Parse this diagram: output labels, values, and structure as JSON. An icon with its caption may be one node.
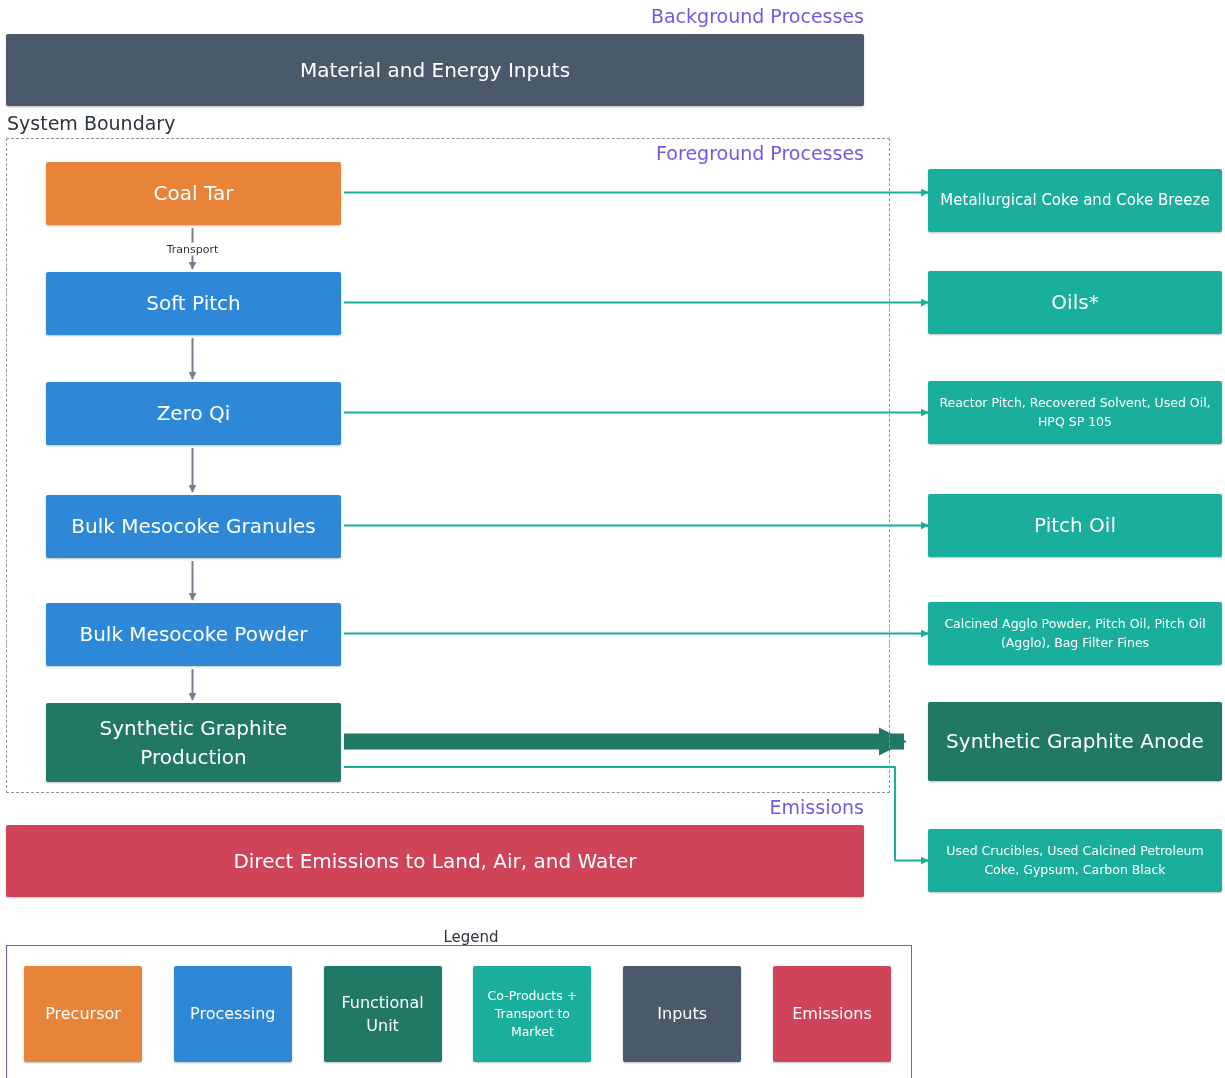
{
  "diagram": {
    "nodes": [
      {
        "text": [
          "Material and Energy Inputs"
        ]
      },
      {
        "text": [
          "System Boundary",
          "Foreground Processes"
        ]
      },
      {
        "text": [
          "Coal Tar"
        ],
        "in": 1
      },
      {
        "text": [
          "Soft Pitch"
        ],
        "in": 1
      },
      {
        "text": [
          "Zero Qi"
        ],
        "in": 1
      },
      {
        "text": [
          "Bulk Mesocoke Granules"
        ],
        "in": 1
      },
      {
        "text": [
          "Bulk Mesocoke Powder"
        ],
        "in": 1
      },
      {
        "text": [
          "Synthetic Graphite Production"
        ],
        "in": 1
      },
      {
        "text": [
          "Metallurgical Coke and Coke Breeze"
        ]
      },
      {
        "text": [
          "Oils*"
        ]
      },
      {
        "text": [
          "Reactor Pitch, Recovered Solvent, Used Oil, HPQ SP 105"
        ]
      },
      {
        "text": [
          "Pitch Oil"
        ]
      },
      {
        "text": [
          "Calcined Agglo Powder, Pitch Oil, Pitch Oil (Agglo), Bag Filter Fines"
        ]
      },
      {
        "text": [
          "Synthetic Graphite Anode"
        ]
      },
      {
        "text": [
          "Used Crucibles, Used Calcined Petroleum Coke, Gypsum, Carbon Black"
        ]
      },
      {
        "text": [
          "Direct Emissions to Land, Air, and Water"
        ]
      }
    ],
    "edges": [
      {
        "from": 2,
        "to": 3,
        "arrow": "to",
        "label": "Transport",
        "color": "#75808c"
      },
      {
        "from": 3,
        "to": 4,
        "arrow": "to",
        "color": "#75808c"
      },
      {
        "from": 4,
        "to": 5,
        "arrow": "to",
        "color": "#75808c"
      },
      {
        "from": 5,
        "to": 6,
        "arrow": "to",
        "color": "#75808c"
      },
      {
        "from": 6,
        "to": 7,
        "arrow": "to",
        "color": "#75808c"
      },
      {
        "from": 2,
        "to": 8,
        "arrow": "to"
      },
      {
        "from": 3,
        "to": 9,
        "arrow": "to"
      },
      {
        "from": 4,
        "to": 10,
        "arrow": "to"
      },
      {
        "from": 5,
        "to": 11,
        "arrow": "to"
      },
      {
        "from": 6,
        "to": 12,
        "arrow": "to"
      },
      {
        "from": 7,
        "to": 13,
        "arrow": "to",
        "style": "thick",
        "color": "#217867"
      },
      {
        "from": 7,
        "to": 14,
        "arrow": "to"
      }
    ],
    "labels": [
      "Background Processes",
      "Emissions",
      "Legend"
    ],
    "legend": [
      {
        "text": "Precursor",
        "color": "#e8843a"
      },
      {
        "text": "Processing",
        "color": "#2e88d8"
      },
      {
        "text": "Functional Unit",
        "color": "#217867"
      },
      {
        "text": "Co-Products + Transport to Market",
        "color": "#1aaf9c"
      },
      {
        "text": "Inputs",
        "color": "#4a5a6a"
      },
      {
        "text": "Emissions",
        "color": "#d0445a"
      }
    ]
  }
}
